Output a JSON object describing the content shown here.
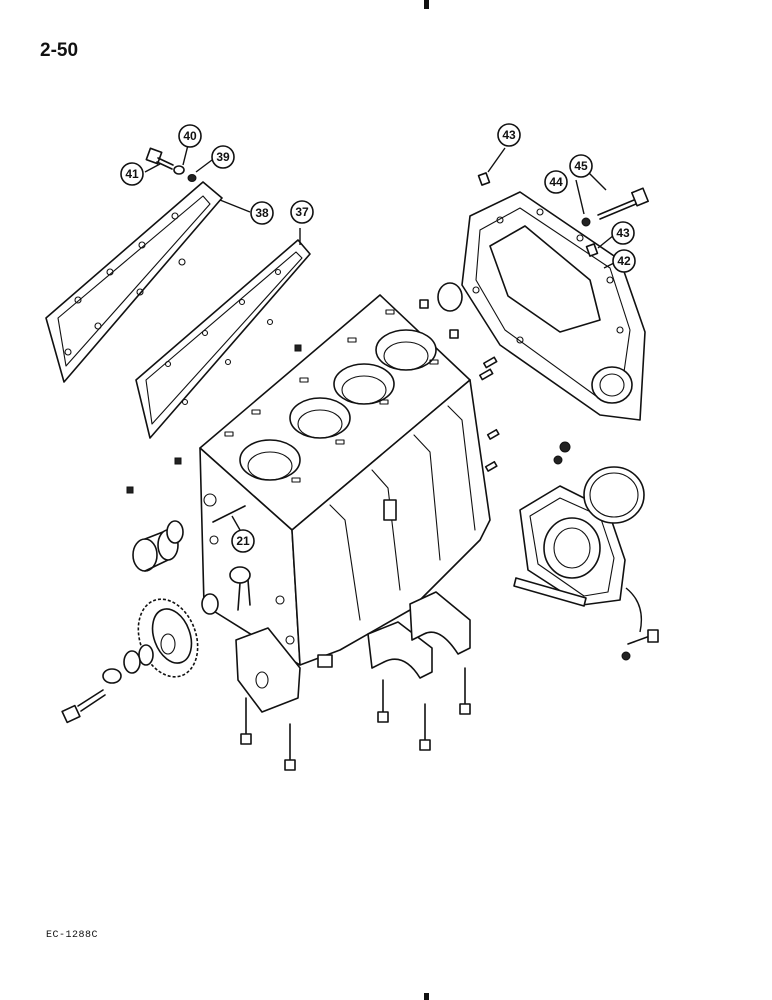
{
  "page_number": "2-50",
  "figure_code": "EC-1288C",
  "callouts": [
    {
      "label": "40"
    },
    {
      "label": "39"
    },
    {
      "label": "41"
    },
    {
      "label": "38"
    },
    {
      "label": "37"
    },
    {
      "label": "43"
    },
    {
      "label": "45"
    },
    {
      "label": "44"
    },
    {
      "label": "43"
    },
    {
      "label": "42"
    },
    {
      "label": "21"
    }
  ]
}
